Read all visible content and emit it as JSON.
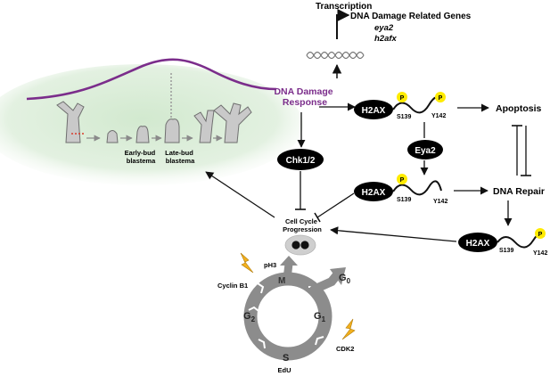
{
  "transcription": {
    "label": "Transcription",
    "genes_title": "DNA Damage Related Genes",
    "genes": [
      "eya2",
      "h2afx"
    ]
  },
  "ddr": {
    "line1": "DNA Damage",
    "line2": "Response",
    "color": "#7b2d8b"
  },
  "blastema": {
    "early": [
      "Early-bud",
      "blastema"
    ],
    "late": [
      "Late-bud",
      "blastema"
    ]
  },
  "nodes": {
    "chk": "Chk1/2",
    "eya": "Eya2",
    "h2ax": "H2AX",
    "phospho": "P",
    "s139": "S139",
    "y142": "Y142",
    "apoptosis": "Apoptosis",
    "repair": "DNA Repair",
    "ccp": [
      "Cell Cycle",
      "Progression"
    ]
  },
  "cycle": {
    "phases": {
      "m": "M",
      "g0": "G",
      "g0_sub": "0",
      "g1": "G",
      "g1_sub": "1",
      "s": "S",
      "g2": "G",
      "g2_sub": "2"
    },
    "markers": {
      "ph3": "pH3",
      "cyclin": "Cyclin B1",
      "cdk2": "CDK2",
      "edu": "EdU"
    }
  },
  "colors": {
    "phospho": "#ffeb00",
    "ring": "#8c8c8c",
    "tissue": "#d7ecd5",
    "cell": "#cfcfcf",
    "lightning": "#f2b01e"
  }
}
